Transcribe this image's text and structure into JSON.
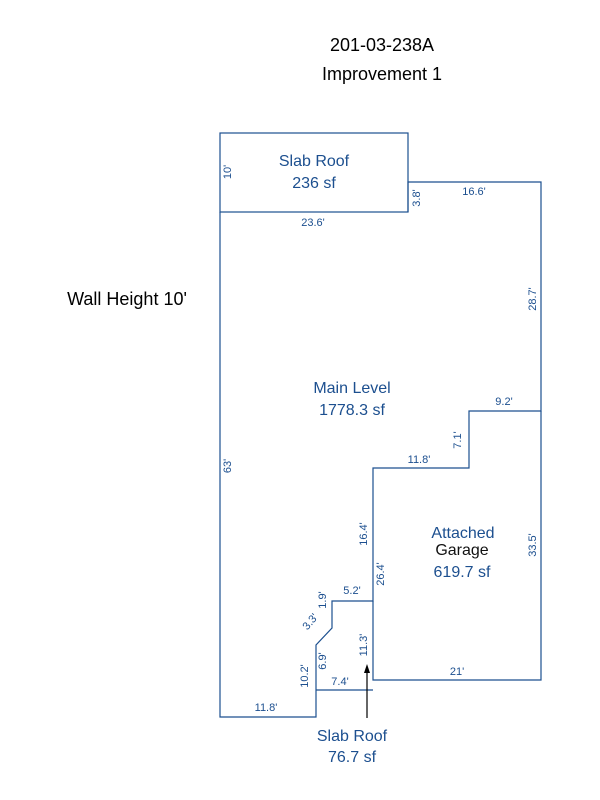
{
  "header": {
    "parcel_id": "201-03-238A",
    "improvement": "Improvement 1"
  },
  "wall_height": "Wall Height 10'",
  "areas": {
    "slab_roof_top": {
      "name": "Slab Roof",
      "size": "236 sf"
    },
    "main_level": {
      "name": "Main Level",
      "size": "1778.3 sf"
    },
    "garage": {
      "name_line1": "Attached",
      "name_line2": "Garage",
      "size": "619.7 sf"
    },
    "slab_roof_bottom": {
      "name": "Slab Roof",
      "size": "76.7 sf"
    }
  },
  "dimensions": {
    "slab_top_left": "10'",
    "slab_top_bottom": "23.6'",
    "slab_top_right": "3.8'",
    "main_top_right": "16.6'",
    "main_right_upper": "28.7'",
    "main_left": "63'",
    "main_bottom": "11.8'",
    "step_top": "9.2'",
    "step_vertical": "7.1'",
    "step_horizontal": "11.8'",
    "garage_left_upper": "16.4'",
    "garage_right": "33.5'",
    "garage_left_lower": "26.4'",
    "garage_bottom": "21'",
    "notch_top": "5.2'",
    "notch_vertical": "1.9'",
    "notch_diagonal": "3.3'",
    "slab_bottom_right": "11.3'",
    "slab_bottom_left_inner": "6.9'",
    "slab_bottom_left_outer": "10.2'",
    "slab_bottom_bottom": "7.4'"
  },
  "colors": {
    "line": "#1c4f8f",
    "label": "#1c4f8f",
    "text": "#000000"
  }
}
